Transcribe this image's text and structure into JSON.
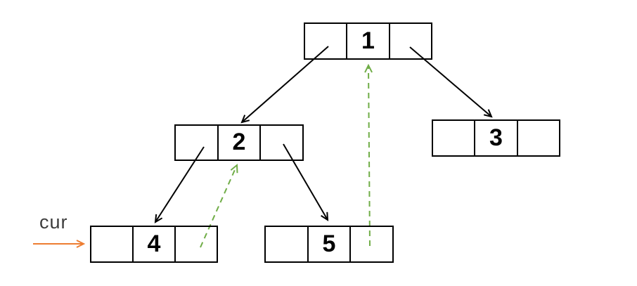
{
  "labels": {
    "cursor_pointer": "cur"
  },
  "nodes": [
    {
      "name": "node-1",
      "value": "1"
    },
    {
      "name": "node-2",
      "value": "2"
    },
    {
      "name": "node-3",
      "value": "3"
    },
    {
      "name": "node-4",
      "value": "4"
    },
    {
      "name": "node-5",
      "value": "5"
    }
  ],
  "edges": {
    "tree_edges_solid": [
      {
        "from": "1",
        "to": "2",
        "side": "left"
      },
      {
        "from": "1",
        "to": "3",
        "side": "right"
      },
      {
        "from": "2",
        "to": "4",
        "side": "left"
      },
      {
        "from": "2",
        "to": "5",
        "side": "right"
      }
    ],
    "back_pointers_dashed": [
      {
        "from": "4",
        "to": "2"
      },
      {
        "from": "5",
        "to": "1"
      }
    ],
    "cursor_arrow": {
      "label": "cur",
      "points_to": "4"
    }
  },
  "colors": {
    "background": "#ffffff",
    "box_border": "#000000",
    "text": "#000000",
    "edge": "#000000",
    "back_pointer": "#70AD47",
    "cursor_arrow": "#ED7D31",
    "cursor_label": "#3d3d3d"
  }
}
